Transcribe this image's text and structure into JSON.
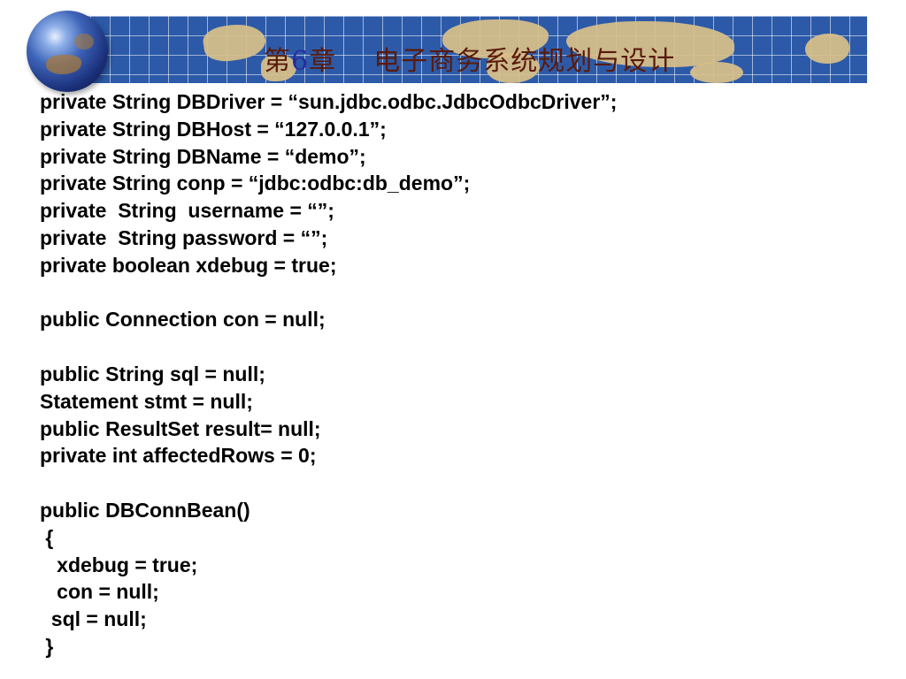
{
  "header": {
    "title_prefix": "第",
    "chapter_number": "6",
    "title_rest": "章    电子商务系统规划与设计"
  },
  "code_lines": [
    "private String DBDriver = “sun.jdbc.odbc.JdbcOdbcDriver”;",
    "private String DBHost = “127.0.0.1”;",
    "private String DBName = “demo”;",
    "private String conp = “jdbc:odbc:db_demo”;",
    "private  String  username = “”;",
    "private  String password = “”;",
    "private boolean xdebug = true;",
    "",
    "public Connection con = null;",
    "",
    "public String sql = null;",
    "Statement stmt = null;",
    "public ResultSet result= null;",
    "private int affectedRows = 0;",
    "",
    "public DBConnBean()",
    " {",
    "   xdebug = true;",
    "   con = null;",
    "  sql = null;",
    " }"
  ]
}
